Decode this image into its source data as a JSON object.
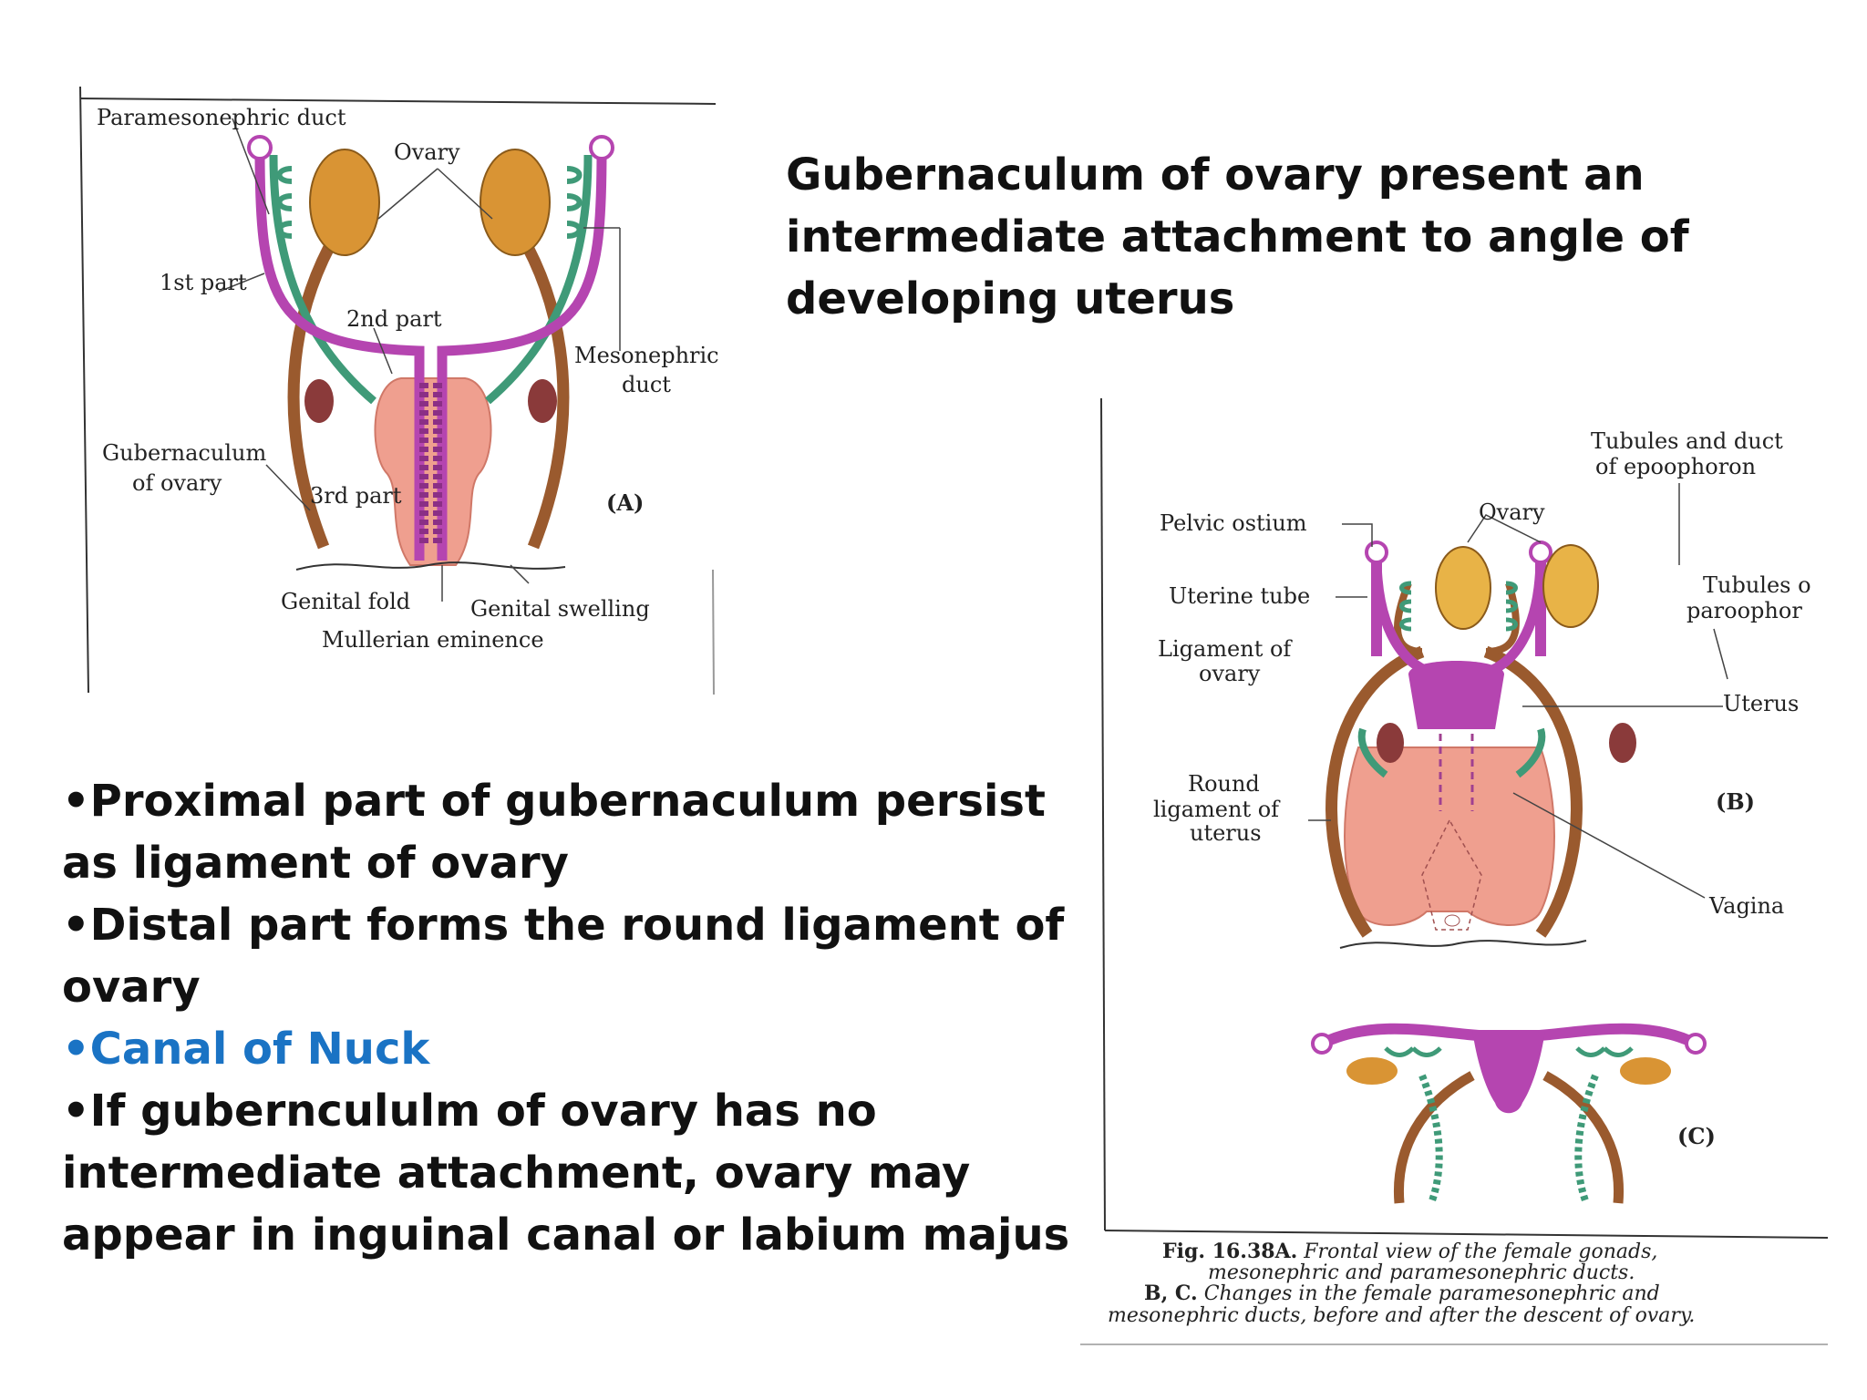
{
  "heading": "Gubernaculum of ovary present an intermediate attachment to angle of developing uterus",
  "bullets": [
    "•Proximal part of gubernaculum persist as ligament of ovary",
    "•Distal part  forms the round ligament of ovary",
    "•Canal of Nuck",
    "•If guberncululm of ovary has no intermediate attachment, ovary may appear in inguinal canal or labium majus"
  ],
  "colors": {
    "highlight": "#1a73c4",
    "paramesonephric": "#b545b0",
    "mesonephric": "#3f9a78",
    "gubernaculum": "#9a5a2e",
    "ovary": "#d99434",
    "uterus": "#ef9f8f"
  },
  "figA": {
    "paramesonephric": "Paramesonephric duct",
    "ovary": "Ovary",
    "part1": "1st part",
    "part2": "2nd part",
    "part3": "3rd part",
    "mesonephric_1": "Mesonephric",
    "mesonephric_2": "duct",
    "gub_1": "Gubernaculum",
    "gub_2": "of ovary",
    "panel": "(A)",
    "genital_fold": "Genital fold",
    "genital_swelling": "Genital swelling",
    "mullerian": "Mullerian eminence"
  },
  "figB": {
    "epoophoron_1": "Tubules and duct",
    "epoophoron_2": "of epoophoron",
    "ovary": "Ovary",
    "pelvic_ostium": "Pelvic ostium",
    "uterine_tube": "Uterine tube",
    "paroophoron_1": "Tubules o",
    "paroophoron_2": "paroophor",
    "lig_ovary_1": "Ligament of",
    "lig_ovary_2": "ovary",
    "uterus": "Uterus",
    "round_1": "Round",
    "round_2": "ligament of",
    "round_3": "uterus",
    "panel_b": "(B)",
    "vagina": "Vagina",
    "panel_c": "(C)"
  },
  "caption": {
    "line1_bold": "Fig.  16.38A.",
    "line1": "Frontal  view  of  the  female  gonads,",
    "line2": "mesonephric  and  paramesonephric  ducts.",
    "line3_bold": "B, C.",
    "line3": "Changes  in  the  female  paramesonephric  and",
    "line4": "mesonephric  ducts,  before  and  after  the  descent  of  ovary."
  }
}
